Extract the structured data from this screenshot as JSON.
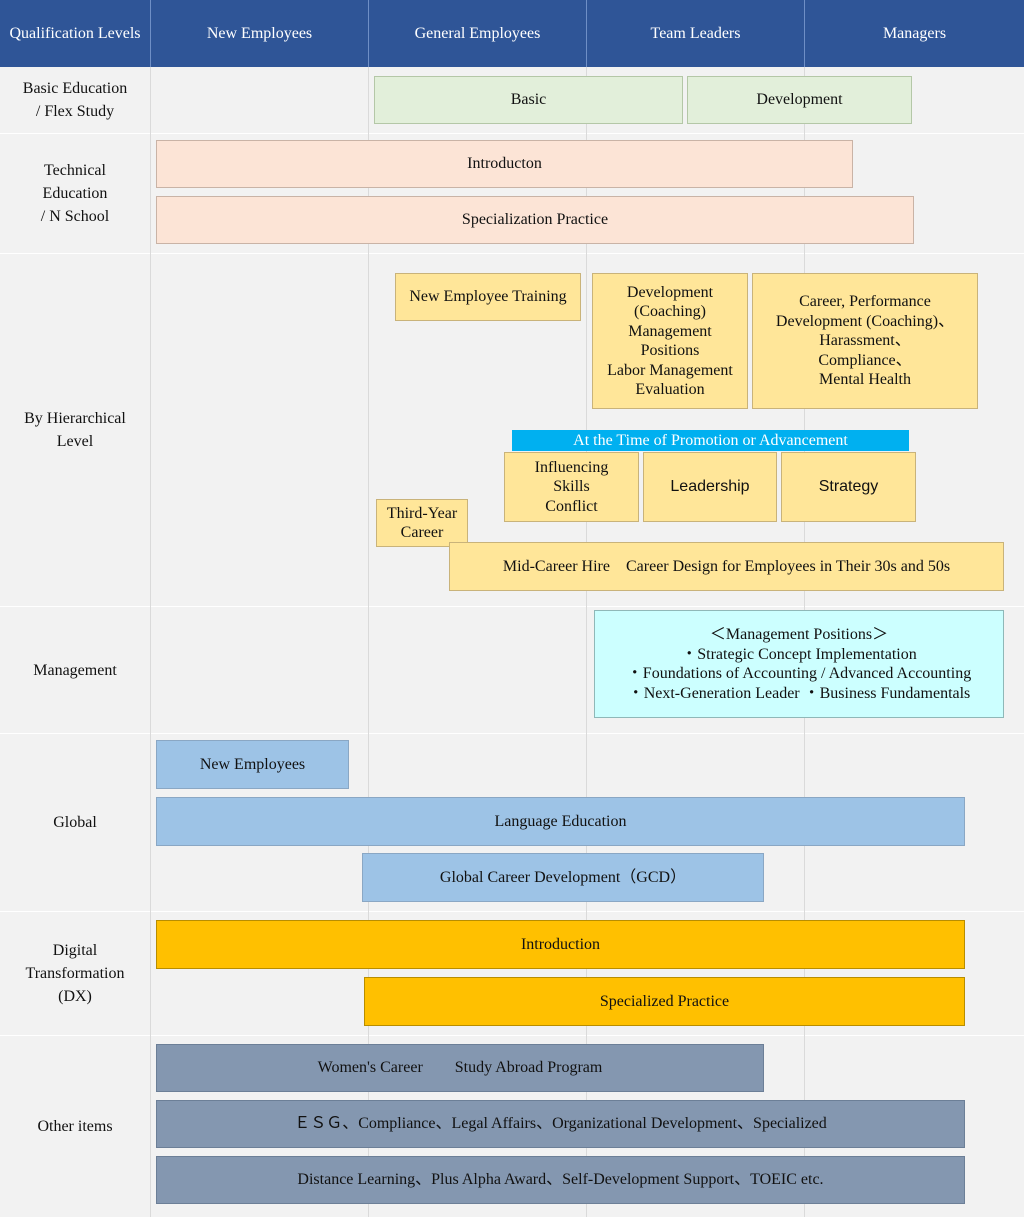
{
  "header": {
    "qualification_levels": "Qualification Levels",
    "new_employees": "New Employees",
    "general_employees": "General Employees",
    "team_leaders": "Team Leaders",
    "managers": "Managers"
  },
  "categories": {
    "basic": "Basic Education\n/ Flex Study",
    "technical": "Technical\nEducation\n/ N School",
    "hierarchical": "By Hierarchical\nLevel",
    "management": "Management",
    "global": "Global",
    "dx": "Digital\nTransformation\n(DX)",
    "other": "Other items"
  },
  "basic": {
    "basic": "Basic",
    "development": "Development"
  },
  "technical": {
    "introduction": "Introducton",
    "specialization": "Specialization Practice"
  },
  "hierarchical": {
    "new_employee_training": "New Employee  Training",
    "dev_coaching": "Development\n(Coaching)\nManagement\nPositions\nLabor Management\nEvaluation",
    "career_performance": "Career, Performance\nDevelopment (Coaching)、\nHarassment、\nCompliance、\nMental Health",
    "promotion_banner": "At the Time of Promotion or Advancement",
    "influencing": "Influencing\nSkills\nConflict",
    "leadership": "Leadership",
    "strategy": "Strategy",
    "third_year": "Third-Year\nCareer",
    "mid_career": "Mid-Career Hire　Career Design for Employees in Their 30s and 50s"
  },
  "management": {
    "positions": "＜Management Positions＞\n・Strategic Concept Implementation\n・Foundations of Accounting / Advanced Accounting\n・Next-Generation Leader ・Business Fundamentals"
  },
  "global": {
    "new_employees": "New Employees",
    "language": "Language Education",
    "gcd": "Global Career Development（GCD）"
  },
  "dx": {
    "introduction": "Introduction",
    "specialized": "Specialized Practice"
  },
  "other": {
    "womens_career": "Women's Career　　Study Abroad Program",
    "esg": "ＥＳＧ、Compliance、Legal Affairs、Organizational Development、Specialized",
    "distance": "Distance Learning、Plus Alpha Award、Self-Development Support、TOEIC etc."
  },
  "colors": {
    "header": "#2f5597",
    "green": "#e2efda",
    "peach": "#fce4d6",
    "yellow": "#ffe699",
    "cyan": "#ccffff",
    "blue": "#9dc3e6",
    "gold": "#ffc000",
    "slate": "#8497b0",
    "banner": "#00b0f0"
  }
}
